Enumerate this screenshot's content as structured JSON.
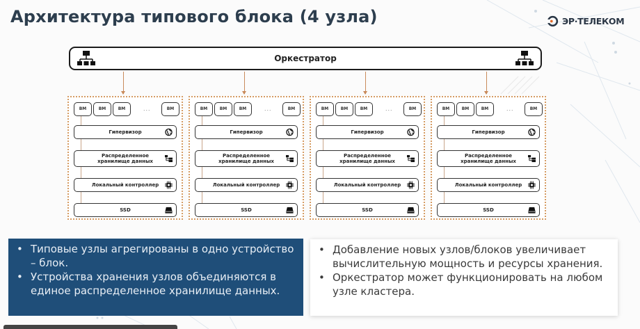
{
  "slide": {
    "title": "Архитектура типового блока (4 узла)",
    "logo_text": "ЭР·ТЕЛЕКОМ",
    "colors": {
      "title": "#2d3e4e",
      "accent_orange": "#d59b62",
      "info_box_blue": "#1f4e79"
    }
  },
  "orchestrator": {
    "label": "Оркестратор",
    "left_icon": "network-hierarchy-icon",
    "right_icon": "network-hierarchy-icon"
  },
  "nodes": [
    {
      "vms": [
        "ВМ",
        "ВМ",
        "ВМ",
        "ВМ"
      ],
      "ellipsis": "...",
      "layers": [
        {
          "label": "Гипервизор",
          "icon": "globe-icon"
        },
        {
          "label": "Распределенное хранилище данных",
          "icon": "storage-tree-icon"
        },
        {
          "label": "Локальный контроллер",
          "icon": "chip-icon"
        },
        {
          "label": "SSD",
          "icon": "disk-drive-icon"
        }
      ]
    },
    {
      "vms": [
        "ВМ",
        "ВМ",
        "ВМ",
        "ВМ"
      ],
      "ellipsis": "...",
      "layers": [
        {
          "label": "Гипервизор",
          "icon": "globe-icon"
        },
        {
          "label": "Распределенное хранилище данных",
          "icon": "storage-tree-icon"
        },
        {
          "label": "Локальный контроллер",
          "icon": "chip-icon"
        },
        {
          "label": "SSD",
          "icon": "disk-drive-icon"
        }
      ]
    },
    {
      "vms": [
        "ВМ",
        "ВМ",
        "ВМ",
        "ВМ"
      ],
      "ellipsis": "...",
      "layers": [
        {
          "label": "Гипервизор",
          "icon": "globe-icon"
        },
        {
          "label": "Распределенное хранилище данных",
          "icon": "storage-tree-icon"
        },
        {
          "label": "Локальный контроллер",
          "icon": "chip-icon"
        },
        {
          "label": "SSD",
          "icon": "disk-drive-icon"
        }
      ]
    },
    {
      "vms": [
        "ВМ",
        "ВМ",
        "ВМ",
        "ВМ"
      ],
      "ellipsis": "...",
      "layers": [
        {
          "label": "Гипервизор",
          "icon": "globe-icon"
        },
        {
          "label": "Распределенное хранилище данных",
          "icon": "storage-tree-icon"
        },
        {
          "label": "Локальный контроллер",
          "icon": "chip-icon"
        },
        {
          "label": "SSD",
          "icon": "disk-drive-icon"
        }
      ]
    }
  ],
  "notes": {
    "left": [
      "Типовые узлы агрегированы в одно устройство – блок.",
      "Устройства хранения узлов объединяются в единое распределенное хранилище данных."
    ],
    "right": [
      "Добавление новых узлов/блоков увеличивает вычислительную мощность и ресурсы хранения.",
      "Оркестратор может функционировать на любом узле кластера."
    ]
  }
}
